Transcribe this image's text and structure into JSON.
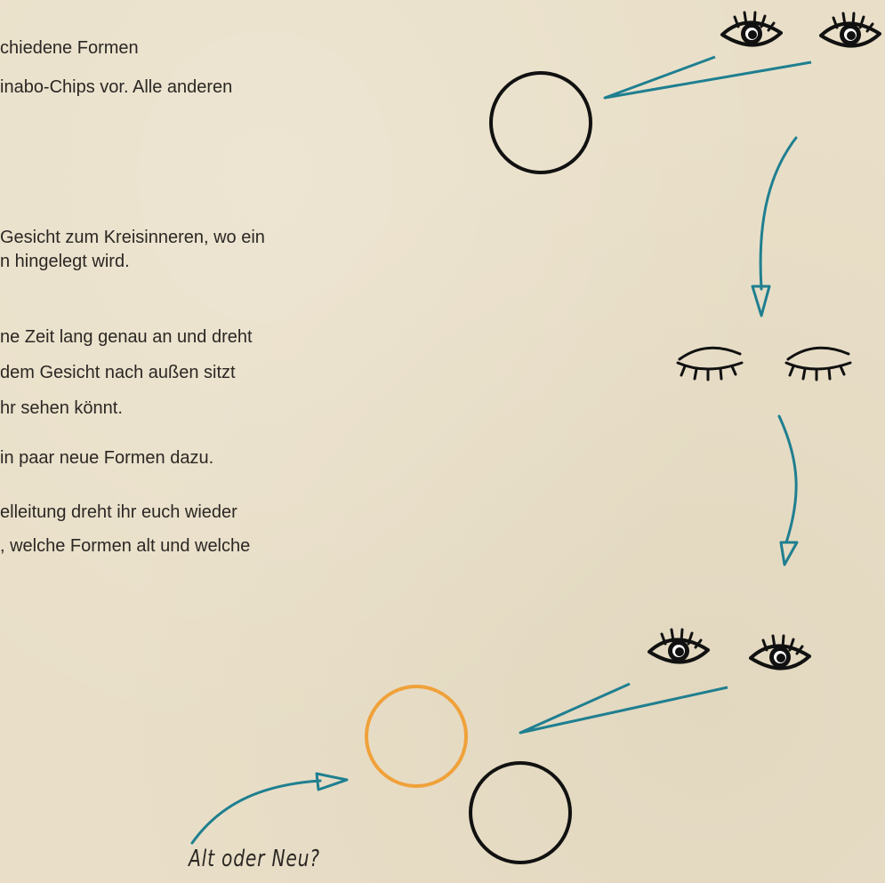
{
  "instructions": {
    "lines": [
      "chiedene Formen",
      "inabo-Chips vor. Alle anderen",
      "Gesicht zum Kreisinneren, wo ein",
      "n hingelegt wird.",
      "ne Zeit lang genau an und dreht",
      " dem Gesicht nach außen sitzt",
      "hr sehen könnt.",
      "in paar neue Formen dazu.",
      "elleitung dreht ihr euch wieder",
      ", welche Formen alt und welche"
    ]
  },
  "question_label": "Alt oder Neu?",
  "colors": {
    "background": "#e9dfc8",
    "arrow": "#1f7f90",
    "new_shape": "#f0a13a",
    "ink": "#111111"
  },
  "icons": [
    "open-eye-icon",
    "closed-eye-icon",
    "circle-chip-icon",
    "arrow-icon"
  ]
}
